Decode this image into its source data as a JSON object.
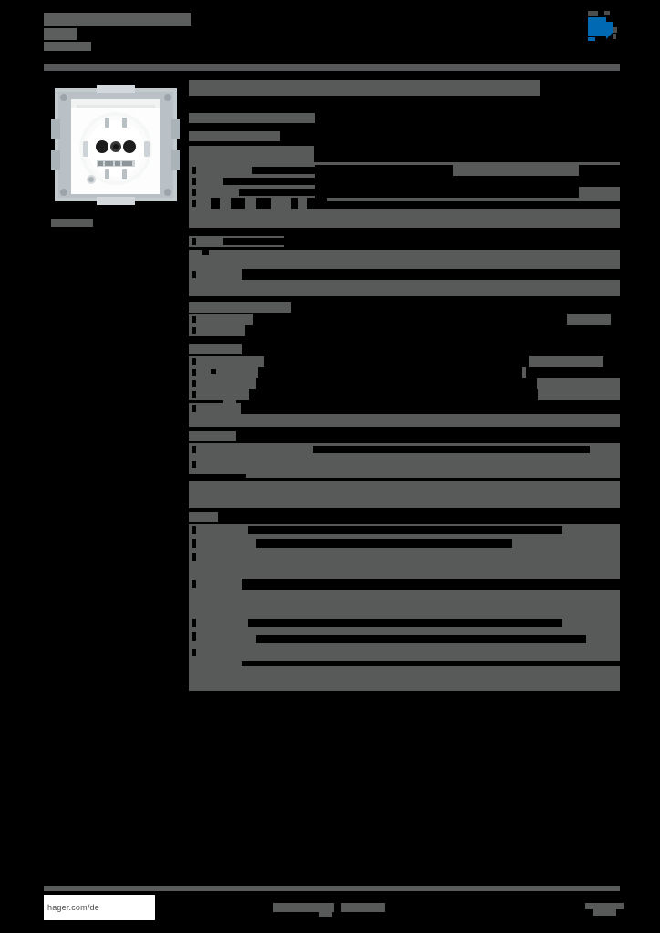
{
  "document": {
    "type": "product-datasheet",
    "brand_logo": "hager-logo",
    "logo_color": "#0069b4",
    "redaction_color": "#585a5a",
    "background_color": "#000000"
  },
  "header": {
    "title_line1": "",
    "title_line2": "",
    "title_line3": "",
    "divider": ""
  },
  "product": {
    "image_alt": "schuko-socket-outlet",
    "caption": ""
  },
  "main": {
    "title": "",
    "subtitle": "",
    "sections": [
      {
        "heading": "",
        "rows": [
          "",
          "",
          "",
          "",
          "",
          ""
        ]
      },
      {
        "heading": "",
        "rows": [
          "",
          "",
          "",
          "",
          "",
          "",
          ""
        ]
      },
      {
        "heading": "",
        "rows": [
          "",
          "",
          "",
          ""
        ]
      },
      {
        "heading": "",
        "rows": [
          "",
          "",
          "",
          "",
          "",
          ""
        ]
      },
      {
        "heading": "",
        "rows": [
          "",
          "",
          "",
          "",
          ""
        ]
      },
      {
        "heading": "",
        "rows": [
          "",
          "",
          "",
          "",
          "",
          "",
          "",
          ""
        ]
      }
    ]
  },
  "footer": {
    "url": "hager.com/de",
    "center_text": "",
    "page_number": ""
  }
}
